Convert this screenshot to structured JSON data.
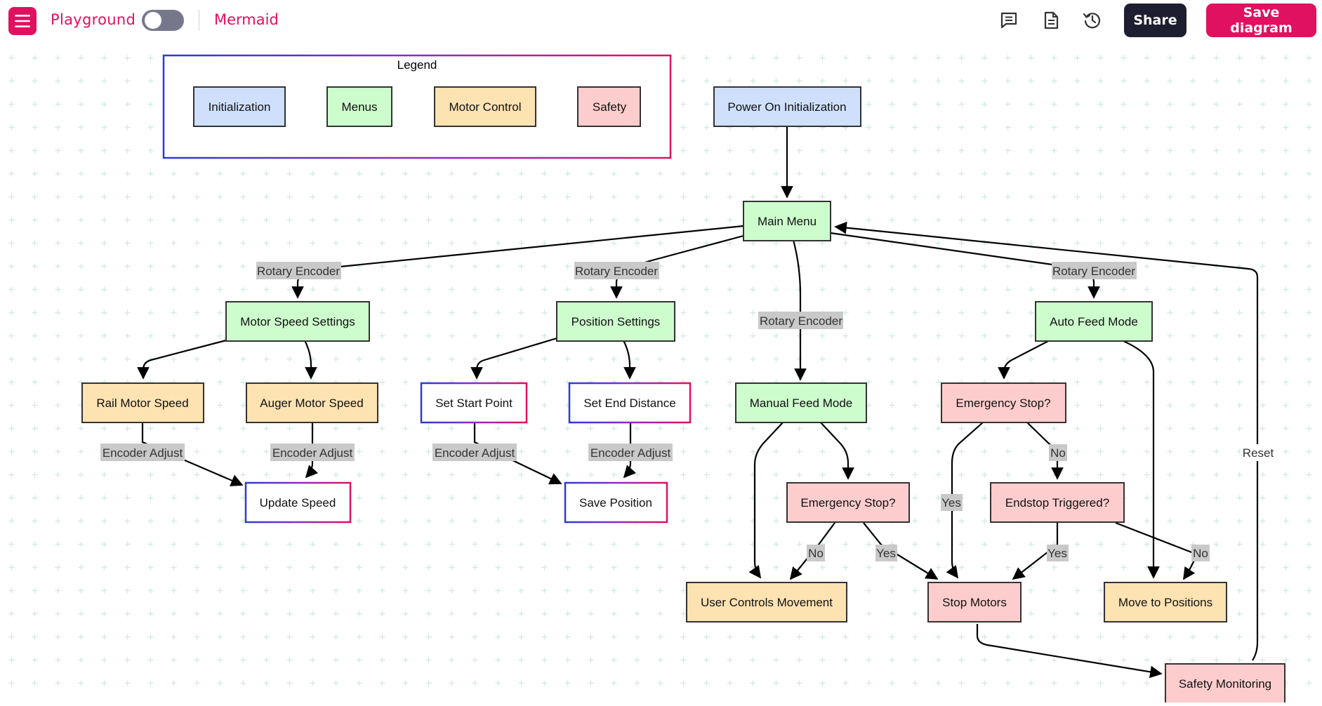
{
  "app": {
    "title": "Playground",
    "mode_label": "Mermaid"
  },
  "toolbar": {
    "comment_icon": "comment-icon",
    "document_icon": "document-icon",
    "history_icon": "history-icon",
    "share_label": "Share",
    "save_label": "Save diagram"
  },
  "colors": {
    "accent": "#e0115f",
    "dark_button": "#1d1e30",
    "initialization": "#cfe0fc",
    "menus": "#cdfccd",
    "motor_control": "#fde2b2",
    "safety": "#fdcdcd"
  },
  "legend": {
    "title": "Legend",
    "items": [
      {
        "label": "Initialization"
      },
      {
        "label": "Menus"
      },
      {
        "label": "Motor Control"
      },
      {
        "label": "Safety"
      }
    ]
  },
  "nodes": {
    "power_on": "Power On Initialization",
    "main_menu": "Main Menu",
    "motor_speed_settings": "Motor Speed Settings",
    "position_settings": "Position Settings",
    "auto_feed_mode": "Auto Feed Mode",
    "rail_motor_speed": "Rail Motor Speed",
    "auger_motor_speed": "Auger Motor Speed",
    "set_start_point": "Set Start Point",
    "set_end_distance": "Set End Distance",
    "manual_feed_mode": "Manual Feed Mode",
    "emergency_stop_auto": "Emergency Stop?",
    "update_speed": "Update Speed",
    "save_position": "Save Position",
    "emergency_stop_manual": "Emergency Stop?",
    "endstop_triggered": "Endstop Triggered?",
    "user_controls_movement": "User Controls Movement",
    "stop_motors": "Stop Motors",
    "move_to_positions": "Move to Positions",
    "safety_monitoring": "Safety Monitoring"
  },
  "edge_labels": {
    "to_motor_speed": "Rotary Encoder",
    "to_position": "Rotary Encoder",
    "to_manual": "Rotary Encoder",
    "to_auto": "Rotary Encoder",
    "rail_adjust": "Encoder Adjust",
    "auger_adjust": "Encoder Adjust",
    "start_adjust": "Encoder Adjust",
    "end_adjust": "Encoder Adjust",
    "manual_no": "No",
    "manual_yes": "Yes",
    "auto_yes": "Yes",
    "auto_no": "No",
    "endstop_yes": "Yes",
    "endstop_no": "No",
    "reset": "Reset"
  }
}
